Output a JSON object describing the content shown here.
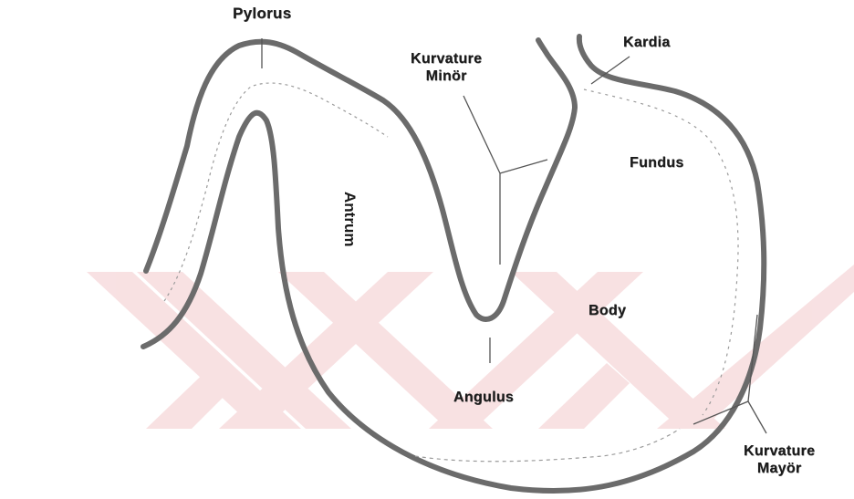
{
  "labels": {
    "pylorus": "Pylorus",
    "kurvature_minor": [
      "Kurvature",
      "Minör"
    ],
    "kardia": "Kardia",
    "fundus": "Fundus",
    "antrum": "Antrum",
    "body": "Body",
    "angulus": "Angulus",
    "kurvature_mayor": [
      "Kurvature",
      "Mayör"
    ]
  },
  "colors": {
    "wall": "#6e6e6e",
    "wall_dark": "#4a4a4a",
    "watermark": "#f7d7d9",
    "text": "#1b1b1b"
  }
}
